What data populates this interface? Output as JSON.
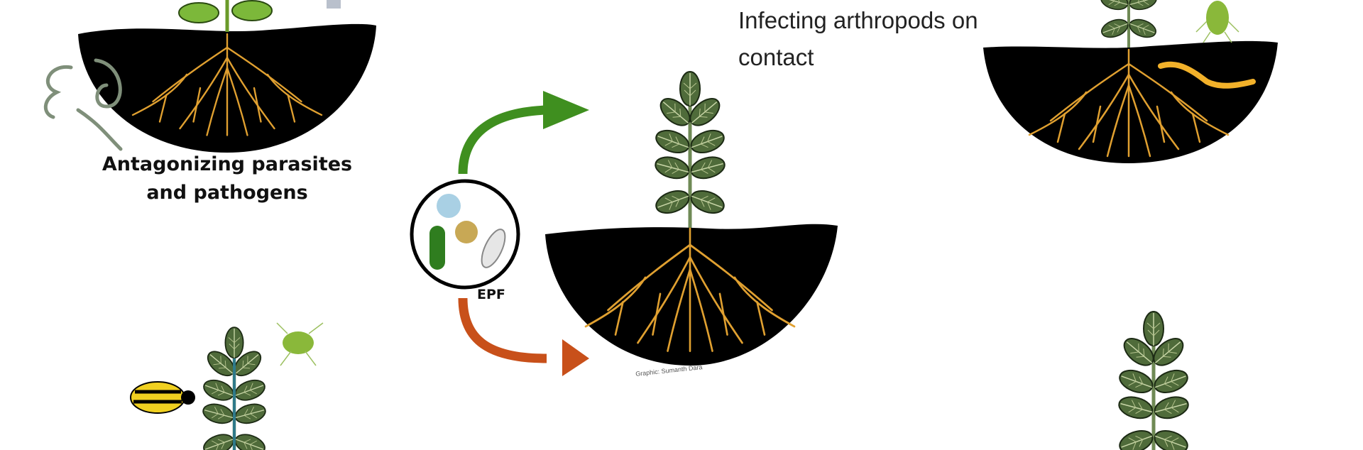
{
  "labels": {
    "antagonizing_line1": "Antagonizing parasites",
    "antagonizing_line2": "and pathogens",
    "infecting_line1": "Infecting arthropods on",
    "infecting_line2": "contact",
    "epf": "EPF",
    "credit": "Graphic: Sumanth Dara"
  },
  "colors": {
    "soil": "#000000",
    "root": "#e0a030",
    "leaf": "#4f6b3a",
    "stem": "#6f8a55",
    "green_arrow": "#3f8f1f",
    "orange_arrow": "#c8501a"
  },
  "icons": [
    "plant-icon",
    "soil-bowl-icon",
    "aphid-icon",
    "beetle-icon",
    "nematode-icon",
    "larva-icon",
    "fungal-spores-icon",
    "arrow-icon"
  ]
}
